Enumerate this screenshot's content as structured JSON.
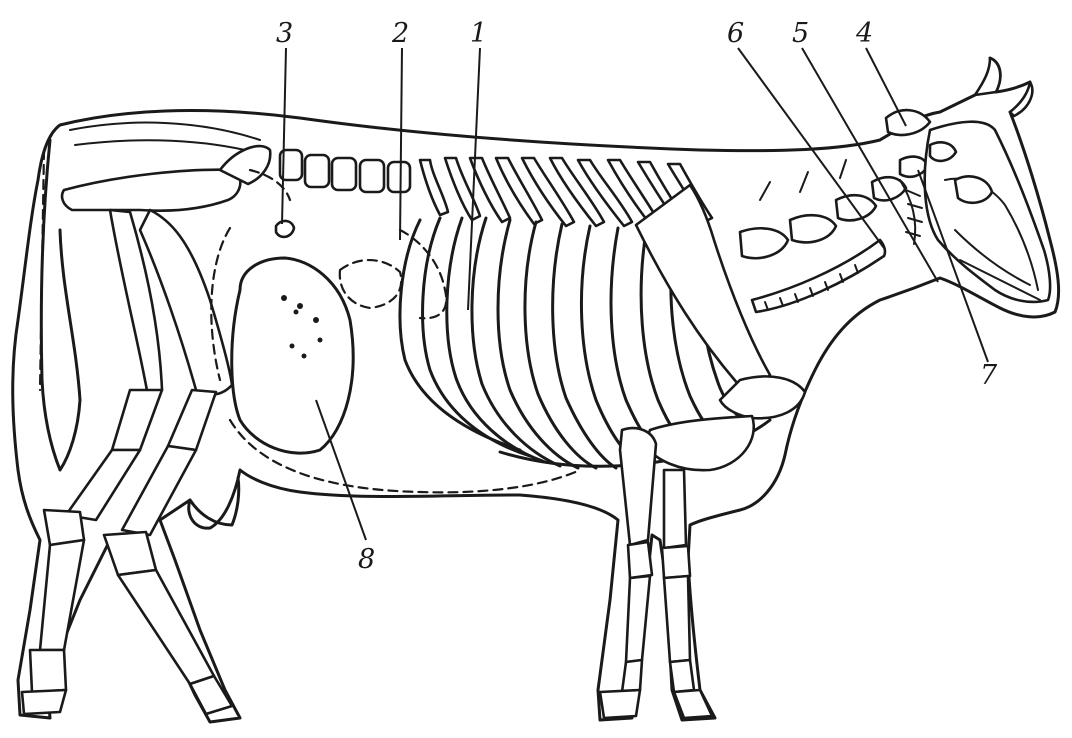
{
  "figure": {
    "callouts": [
      {
        "key": "1",
        "text": "1"
      },
      {
        "key": "2",
        "text": "2"
      },
      {
        "key": "3",
        "text": "3"
      },
      {
        "key": "4",
        "text": "4"
      },
      {
        "key": "5",
        "text": "5"
      },
      {
        "key": "6",
        "text": "6"
      },
      {
        "key": "7",
        "text": "7"
      },
      {
        "key": "8",
        "text": "8"
      }
    ]
  }
}
